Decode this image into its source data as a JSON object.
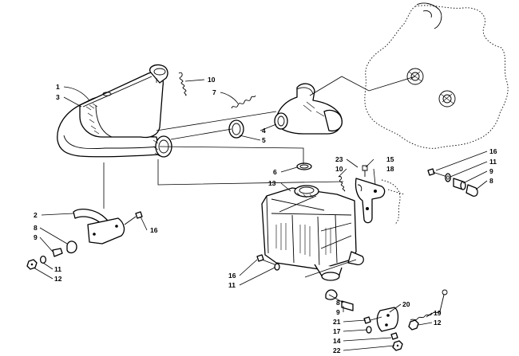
{
  "callouts": {
    "c1": "1",
    "c3": "3",
    "c10a": "10",
    "c7": "7",
    "c4": "4",
    "c5": "5",
    "c2": "2",
    "c8a": "8",
    "c9a": "9",
    "c11a": "11",
    "c12a": "12",
    "c16a": "16",
    "c6": "6",
    "c13": "13",
    "c23": "23",
    "c10b": "10",
    "c15": "15",
    "c18": "18",
    "c16b": "16",
    "c11b": "11",
    "c9b": "9",
    "c8b": "8",
    "c16c": "16",
    "c11c": "11",
    "c8c": "8",
    "c9c": "9",
    "c21": "21",
    "c17": "17",
    "c14": "14",
    "c22": "22",
    "c20": "20",
    "c19": "19",
    "c12b": "12"
  }
}
